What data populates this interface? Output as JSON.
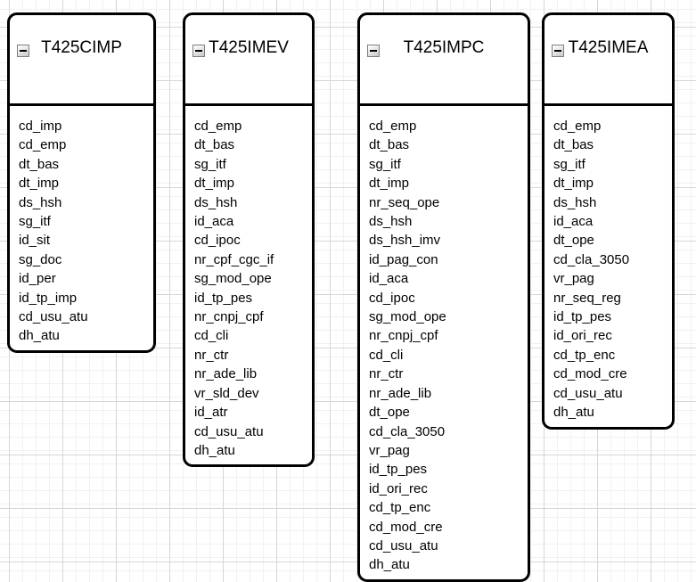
{
  "canvas": {
    "background_color": "#ffffff",
    "grid_minor_color": "#f1f1f1",
    "grid_major_color": "#d6d6d6",
    "node_fill_color": "#ffffff",
    "node_border_color": "#000000",
    "text_color": "#000000",
    "collapse_icon": "minus-icon"
  },
  "tables": [
    {
      "name": "T425CIMP",
      "columns": [
        "cd_imp",
        "cd_emp",
        "dt_bas",
        "dt_imp",
        "ds_hsh",
        "sg_itf",
        "id_sit",
        "sg_doc",
        "id_per",
        "id_tp_imp",
        "cd_usu_atu",
        "dh_atu"
      ]
    },
    {
      "name": "T425IMEV",
      "columns": [
        "cd_emp",
        "dt_bas",
        "sg_itf",
        "dt_imp",
        "ds_hsh",
        "id_aca",
        "cd_ipoc",
        "nr_cpf_cgc_if",
        "sg_mod_ope",
        "id_tp_pes",
        "nr_cnpj_cpf",
        "cd_cli",
        "nr_ctr",
        "nr_ade_lib",
        "vr_sld_dev",
        "id_atr",
        "cd_usu_atu",
        "dh_atu"
      ]
    },
    {
      "name": "T425IMPC",
      "columns": [
        "cd_emp",
        "dt_bas",
        "sg_itf",
        "dt_imp",
        "nr_seq_ope",
        "ds_hsh",
        "ds_hsh_imv",
        "id_pag_con",
        "id_aca",
        "cd_ipoc",
        "sg_mod_ope",
        "nr_cnpj_cpf",
        "cd_cli",
        "nr_ctr",
        "nr_ade_lib",
        "dt_ope",
        "cd_cla_3050",
        "vr_pag",
        "id_tp_pes",
        "id_ori_rec",
        "cd_tp_enc",
        "cd_mod_cre",
        "cd_usu_atu",
        "dh_atu"
      ]
    },
    {
      "name": "T425IMEA",
      "columns": [
        "cd_emp",
        "dt_bas",
        "sg_itf",
        "dt_imp",
        "ds_hsh",
        "id_aca",
        "dt_ope",
        "cd_cla_3050",
        "vr_pag",
        "nr_seq_reg",
        "id_tp_pes",
        "id_ori_rec",
        "cd_tp_enc",
        "cd_mod_cre",
        "cd_usu_atu",
        "dh_atu"
      ]
    }
  ]
}
